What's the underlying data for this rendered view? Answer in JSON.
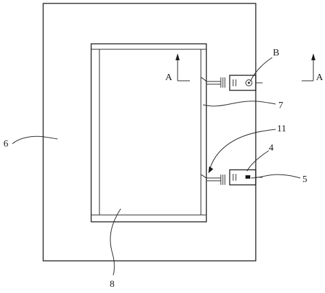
{
  "labels": {
    "b": "B",
    "seven": "7",
    "eleven": "11",
    "four": "4",
    "five": "5",
    "six": "6",
    "eight": "8",
    "section_left": "A",
    "section_right": "A"
  }
}
